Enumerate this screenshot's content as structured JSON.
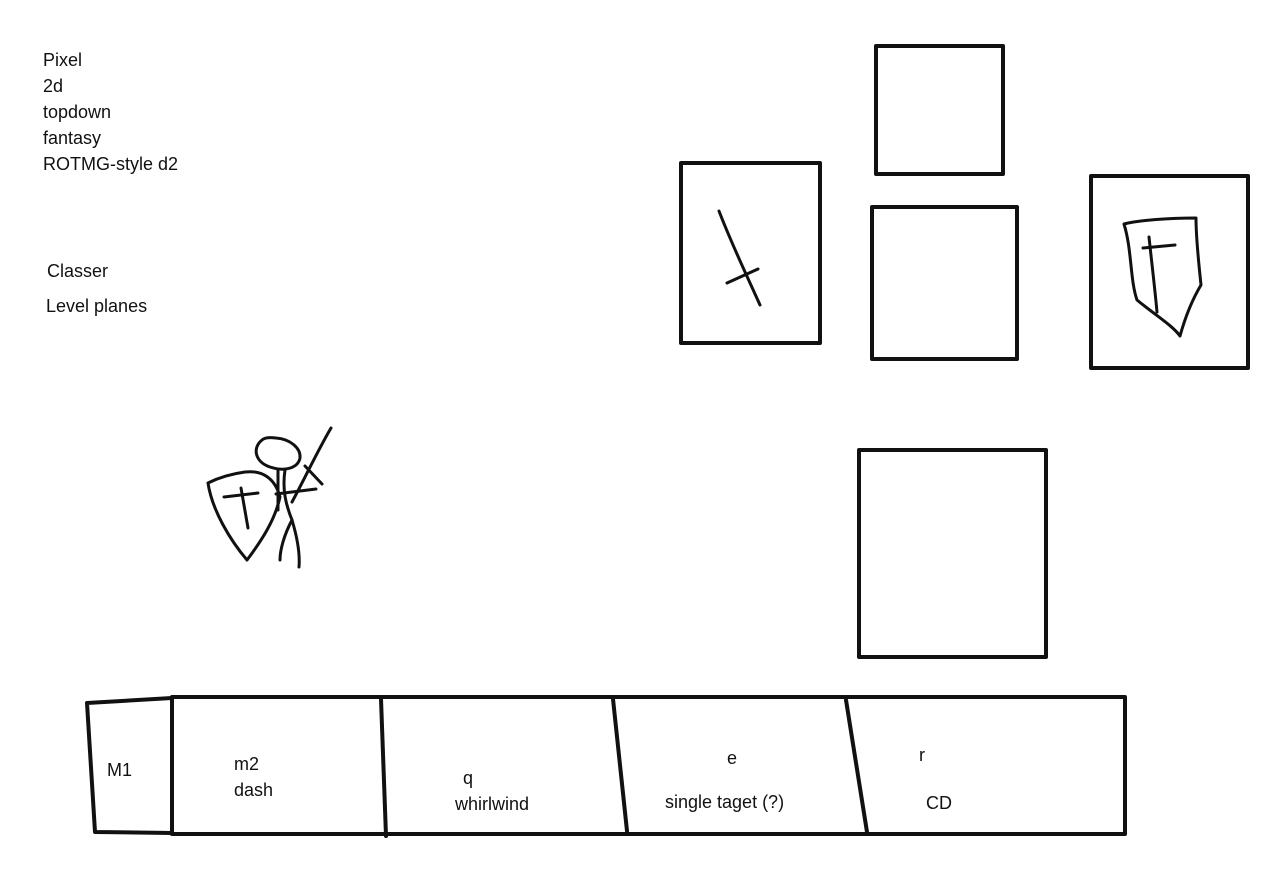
{
  "notes": {
    "lines": [
      "Pixel",
      "2d",
      "topdown",
      "fantasy",
      "ROTMG-style d2"
    ],
    "classer": "Classer",
    "level_planes": "Level planes"
  },
  "character": {
    "icon": "knight-with-shield-and-sword-icon"
  },
  "equipment": {
    "slots": [
      {
        "name": "helmet-slot",
        "content": ""
      },
      {
        "name": "weapon-slot",
        "content": "sword-icon"
      },
      {
        "name": "armor-slot",
        "content": ""
      },
      {
        "name": "shield-slot",
        "content": "shield-icon"
      },
      {
        "name": "boots-slot",
        "content": ""
      }
    ]
  },
  "hotbar": {
    "m1": "M1",
    "m2_key": "m2",
    "m2_ability": "dash",
    "q_key": "q",
    "q_ability": "whirlwind",
    "e_key": "e",
    "e_ability": "single taget (?)",
    "r_key": "r",
    "r_ability": "CD"
  },
  "colors": {
    "ink": "#111111",
    "background": "#ffffff"
  }
}
